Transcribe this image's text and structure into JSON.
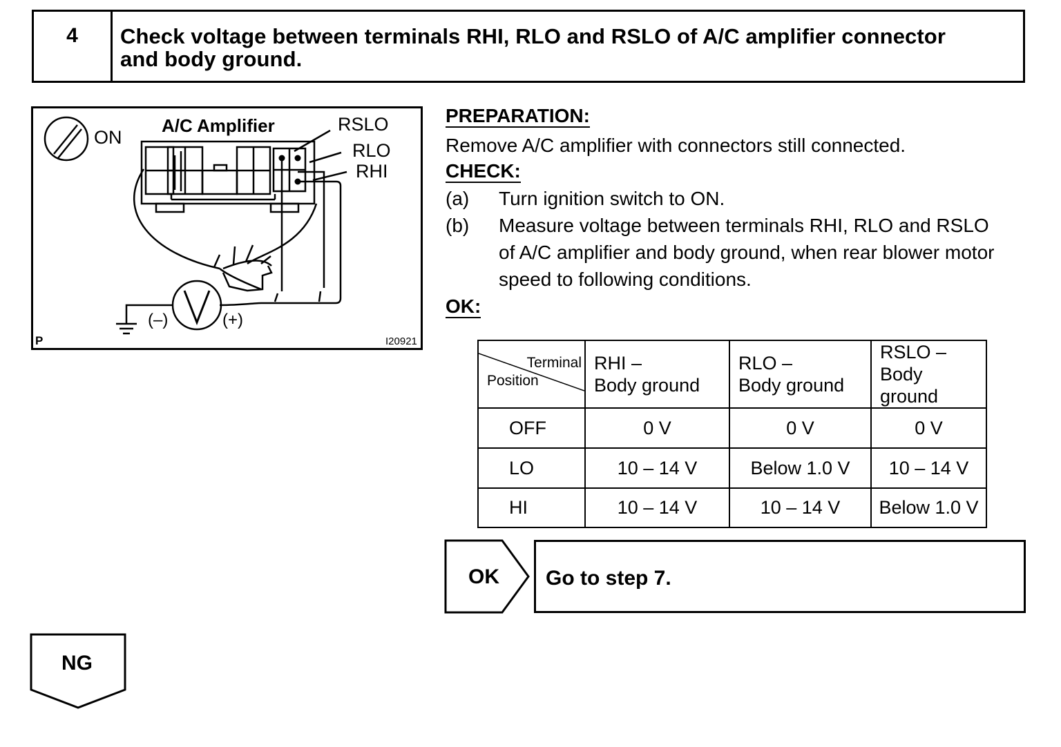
{
  "step": {
    "number": "4",
    "title_line1": "Check voltage between terminals RHI, RLO and RSLO of A/C amplifier connector",
    "title_line2": "and body ground."
  },
  "figure": {
    "ignition_label": "ON",
    "component_label": "A/C Amplifier",
    "terminal_rslo": "RSLO",
    "terminal_rlo": "RLO",
    "terminal_rhi": "RHI",
    "meter_negative": "(–)",
    "meter_positive": "(+)",
    "meter_symbol": "V",
    "corner_code": "P",
    "figure_id": "I20921",
    "icons": [
      "ignition-switch-icon",
      "voltmeter-icon",
      "ground-icon",
      "connector-icon"
    ]
  },
  "procedure": {
    "preparation_heading": "PREPARATION:",
    "preparation_text": "Remove A/C amplifier with connectors still connected.",
    "check_heading": "CHECK:",
    "items": [
      {
        "label": "(a)",
        "lines": [
          "Turn ignition switch to ON."
        ]
      },
      {
        "label": "(b)",
        "lines": [
          "Measure voltage between terminals RHI, RLO and RSLO",
          "of A/C amplifier and body ground, when rear blower motor",
          "speed to following conditions."
        ]
      }
    ],
    "ok_heading": "OK:"
  },
  "spec_table": {
    "corner_terminal": "Terminal",
    "corner_position": "Position",
    "columns": [
      {
        "line1": "RHI –",
        "line2": "Body ground"
      },
      {
        "line1": "RLO –",
        "line2": "Body ground"
      },
      {
        "line1": "RSLO –",
        "line2": "Body ground"
      }
    ],
    "rows": [
      {
        "position": "OFF",
        "values": [
          "0 V",
          "0 V",
          "0 V"
        ]
      },
      {
        "position": "LO",
        "values": [
          "10 – 14 V",
          "Below 1.0 V",
          "10 – 14 V"
        ]
      },
      {
        "position": "HI",
        "values": [
          "10 – 14 V",
          "10 – 14 V",
          "Below 1.0 V"
        ]
      }
    ]
  },
  "results": {
    "ok_label": "OK",
    "ok_action": "Go to step 7.",
    "ng_label": "NG"
  }
}
